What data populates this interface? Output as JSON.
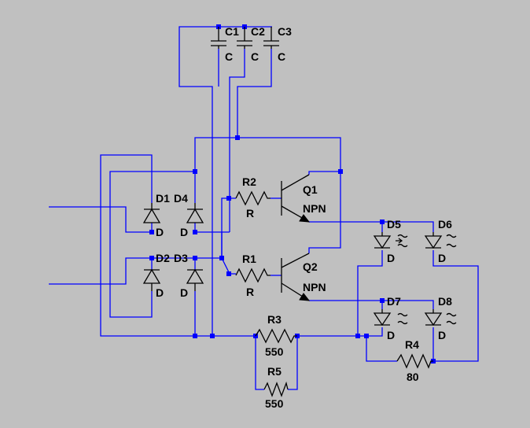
{
  "components": {
    "C1": {
      "ref": "C1",
      "value": "C"
    },
    "C2": {
      "ref": "C2",
      "value": "C"
    },
    "C3": {
      "ref": "C3",
      "value": "C"
    },
    "D1": {
      "ref": "D1",
      "value": "D"
    },
    "D4": {
      "ref": "D4",
      "value": "D"
    },
    "D2": {
      "ref": "D2",
      "value": "D"
    },
    "D3": {
      "ref": "D3",
      "value": "D"
    },
    "R2": {
      "ref": "R2",
      "value": "R"
    },
    "R1": {
      "ref": "R1",
      "value": "R"
    },
    "Q1": {
      "ref": "Q1",
      "value": "NPN"
    },
    "Q2": {
      "ref": "Q2",
      "value": "NPN"
    },
    "D5": {
      "ref": "D5",
      "value": "D"
    },
    "D6": {
      "ref": "D6",
      "value": "D"
    },
    "D7": {
      "ref": "D7",
      "value": "D"
    },
    "D8": {
      "ref": "D8",
      "value": "D"
    },
    "R3": {
      "ref": "R3",
      "value": "550"
    },
    "R5": {
      "ref": "R5",
      "value": "550"
    },
    "R4": {
      "ref": "R4",
      "value": "80"
    }
  }
}
